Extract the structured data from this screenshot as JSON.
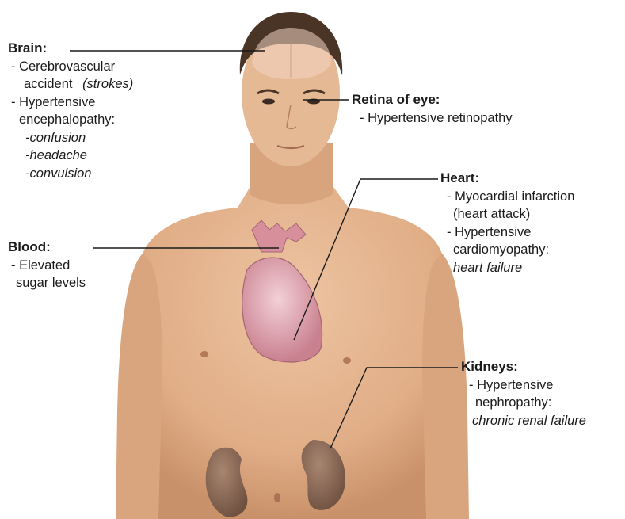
{
  "annotations": {
    "brain": {
      "heading": "Brain:",
      "line1": "- Cerebrovascular",
      "line2a": "accident",
      "line2b": "(strokes)",
      "line3": "- Hypertensive",
      "line4": "encephalopathy:",
      "sym1": "-confusion",
      "sym2": "-headache",
      "sym3": "-convulsion"
    },
    "retina": {
      "heading": "Retina of eye:",
      "line1": "- Hypertensive retinopathy"
    },
    "heart": {
      "heading": "Heart:",
      "line1": "- Myocardial infarction",
      "line2": "(heart attack)",
      "line3": "- Hypertensive",
      "line4": "cardiomyopathy:",
      "line5": "heart failure"
    },
    "blood": {
      "heading": "Blood:",
      "line1": "- Elevated",
      "line2": "sugar levels"
    },
    "kidneys": {
      "heading": "Kidneys:",
      "line1": "- Hypertensive",
      "line2": "nephropathy:",
      "line3": "chronic renal failure"
    }
  },
  "colors": {
    "skin": "#e3b58f",
    "skin_shadow": "#c9946c",
    "hair": "#4a3426",
    "heart": "#d99aa6",
    "kidney": "#8e6b57",
    "leader_line": "#1a1a1a",
    "text": "#1a1a1a"
  }
}
